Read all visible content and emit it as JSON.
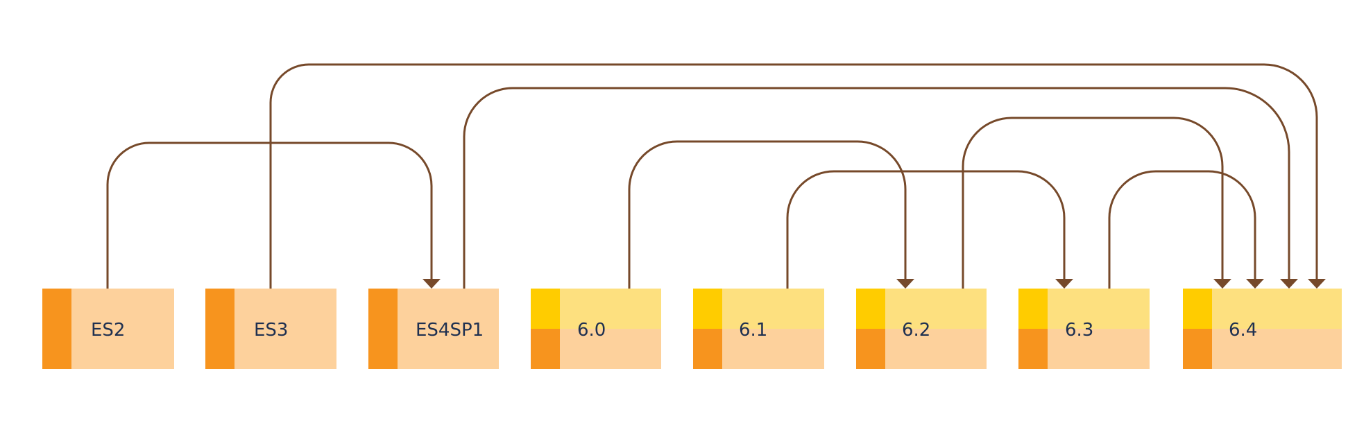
{
  "colors": {
    "stripe_orange": "#f7941e",
    "stripe_yellow": "#ffcc00",
    "body_peach": "#fdd19c",
    "body_yellow": "#fde07f",
    "connector": "#76492a",
    "label_text": "#1f3050"
  },
  "versions": [
    {
      "id": "es2",
      "label": "ES2",
      "style": "single"
    },
    {
      "id": "es3",
      "label": "ES3",
      "style": "single"
    },
    {
      "id": "es4sp1",
      "label": "ES4SP1",
      "style": "single"
    },
    {
      "id": "v60",
      "label": "6.0",
      "style": "split"
    },
    {
      "id": "v61",
      "label": "6.1",
      "style": "split"
    },
    {
      "id": "v62",
      "label": "6.2",
      "style": "split"
    },
    {
      "id": "v63",
      "label": "6.3",
      "style": "split"
    },
    {
      "id": "v64",
      "label": "6.4",
      "style": "split"
    }
  ],
  "connections": [
    {
      "from": "es2",
      "to": "es4sp1"
    },
    {
      "from": "es3",
      "to": "v64"
    },
    {
      "from": "es4sp1",
      "to": "v64"
    },
    {
      "from": "v60",
      "to": "v62"
    },
    {
      "from": "v61",
      "to": "v63"
    },
    {
      "from": "v62",
      "to": "v64"
    },
    {
      "from": "v63",
      "to": "v64"
    }
  ]
}
